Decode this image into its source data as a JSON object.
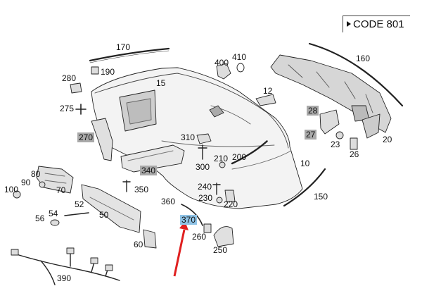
{
  "code_label": "CODE 801",
  "highlight_color": "#8fc3e6",
  "grey_tag_color": "#a9a9a9",
  "arrow_color": "#e02020",
  "parts": [
    {
      "id": "p170",
      "text": "170",
      "style": "plain"
    },
    {
      "id": "p160",
      "text": "160",
      "style": "plain"
    },
    {
      "id": "p400",
      "text": "400",
      "style": "plain"
    },
    {
      "id": "p410",
      "text": "410",
      "style": "plain"
    },
    {
      "id": "p280",
      "text": "280",
      "style": "plain"
    },
    {
      "id": "p190",
      "text": "190",
      "style": "plain"
    },
    {
      "id": "p15",
      "text": "15",
      "style": "plain"
    },
    {
      "id": "p12",
      "text": "12",
      "style": "plain"
    },
    {
      "id": "p28",
      "text": "28",
      "style": "grey"
    },
    {
      "id": "p27",
      "text": "27",
      "style": "grey"
    },
    {
      "id": "p275",
      "text": "275",
      "style": "plain"
    },
    {
      "id": "p270",
      "text": "270",
      "style": "grey"
    },
    {
      "id": "p310",
      "text": "310",
      "style": "plain"
    },
    {
      "id": "p210",
      "text": "210",
      "style": "plain"
    },
    {
      "id": "p200",
      "text": "200",
      "style": "plain"
    },
    {
      "id": "p300",
      "text": "300",
      "style": "plain"
    },
    {
      "id": "p23",
      "text": "23",
      "style": "plain"
    },
    {
      "id": "p26",
      "text": "26",
      "style": "plain"
    },
    {
      "id": "p20",
      "text": "20",
      "style": "plain"
    },
    {
      "id": "p340",
      "text": "340",
      "style": "grey"
    },
    {
      "id": "p10",
      "text": "10",
      "style": "plain"
    },
    {
      "id": "p80",
      "text": "80",
      "style": "plain"
    },
    {
      "id": "p90",
      "text": "90",
      "style": "plain"
    },
    {
      "id": "p100",
      "text": "100",
      "style": "plain"
    },
    {
      "id": "p70",
      "text": "70",
      "style": "plain"
    },
    {
      "id": "p350",
      "text": "350",
      "style": "plain"
    },
    {
      "id": "p240",
      "text": "240",
      "style": "plain"
    },
    {
      "id": "p230",
      "text": "230",
      "style": "plain"
    },
    {
      "id": "p220",
      "text": "220",
      "style": "plain"
    },
    {
      "id": "p150",
      "text": "150",
      "style": "plain"
    },
    {
      "id": "p360",
      "text": "360",
      "style": "plain"
    },
    {
      "id": "p52",
      "text": "52",
      "style": "plain"
    },
    {
      "id": "p54",
      "text": "54",
      "style": "plain"
    },
    {
      "id": "p56",
      "text": "56",
      "style": "plain"
    },
    {
      "id": "p50",
      "text": "50",
      "style": "plain"
    },
    {
      "id": "p370",
      "text": "370",
      "style": "blue"
    },
    {
      "id": "p260",
      "text": "260",
      "style": "plain"
    },
    {
      "id": "p250",
      "text": "250",
      "style": "plain"
    },
    {
      "id": "p60",
      "text": "60",
      "style": "plain"
    },
    {
      "id": "p390",
      "text": "390",
      "style": "plain"
    }
  ]
}
